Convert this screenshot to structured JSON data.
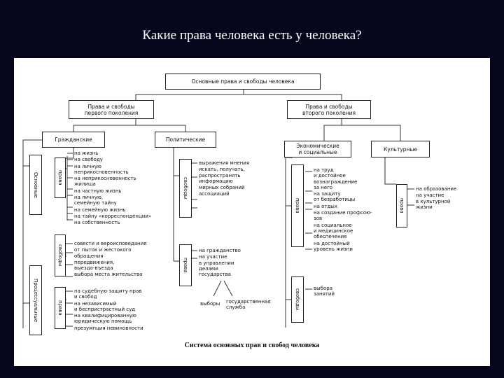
{
  "slide": {
    "title": "Какие права человека есть у человека?"
  },
  "diagram": {
    "root": "Основные права и свободы человека",
    "gen1": "Права и свободы\nпервого поколения",
    "gen2": "Права и свободы\nвторого поколения",
    "civil": "Гражданские",
    "political": "Политические",
    "economic": "Экономические\nи социальные",
    "cultural": "Культурные",
    "basic_rights": "Основные",
    "procedural_rights": "Процессуальные",
    "civil_rights_v": "права",
    "civil_freedoms_v": "свободы",
    "pol_freedoms_v": "свободы",
    "pol_rights_v": "права",
    "econ_rights_v": "права",
    "econ_freedoms_v": "свободы",
    "cult_rights_v": "права",
    "civil_rights_list": [
      "на жизнь",
      "на свободу",
      "на личную\nнеприкосновенность",
      "на неприкосновенность\nжилища",
      "на частную жизнь",
      "на личную,\nсемейную тайну",
      "на семейную жизнь",
      "на тайну «корреспонденции»",
      "на собственность"
    ],
    "civil_freedoms_list": [
      "совести и вероисповедания",
      "от пыток и жестокого\nобращения",
      "передвижения,\nвыезда-въезда",
      "выбора места жительства"
    ],
    "procedural_list": [
      "на судебную защиту прав\nи свобод",
      "на независимый\nи беспристрастный суд",
      "на квалифицированную\nюридическую помощь",
      "презумпция невиновности"
    ],
    "pol_freedoms_list": [
      "выражения мнения",
      "искать, получать,\nраспространять\nинформацию",
      "мирных собраний",
      "ассоциаций"
    ],
    "pol_rights_list": [
      "на гражданство",
      "на участие\nв управлении\nделами\nгосударства"
    ],
    "elections": "выборы",
    "civil_service": "государственная\nслужба",
    "econ_rights_list": [
      "на труд\nи достойное\nвознаграждение\nза него",
      "на защиту\nот безработицы",
      "на отдых",
      "на создание профсою-\nзов",
      "на социальное\nи медицинское\nобеспечение",
      "на достойный\nуровень жизни"
    ],
    "econ_freedoms_list": [
      "выбора\nзанятий"
    ],
    "cult_rights_list": [
      "на образование",
      "на участие\nв культурной\nжизни"
    ],
    "caption": "Система основных прав и свобод человека"
  }
}
